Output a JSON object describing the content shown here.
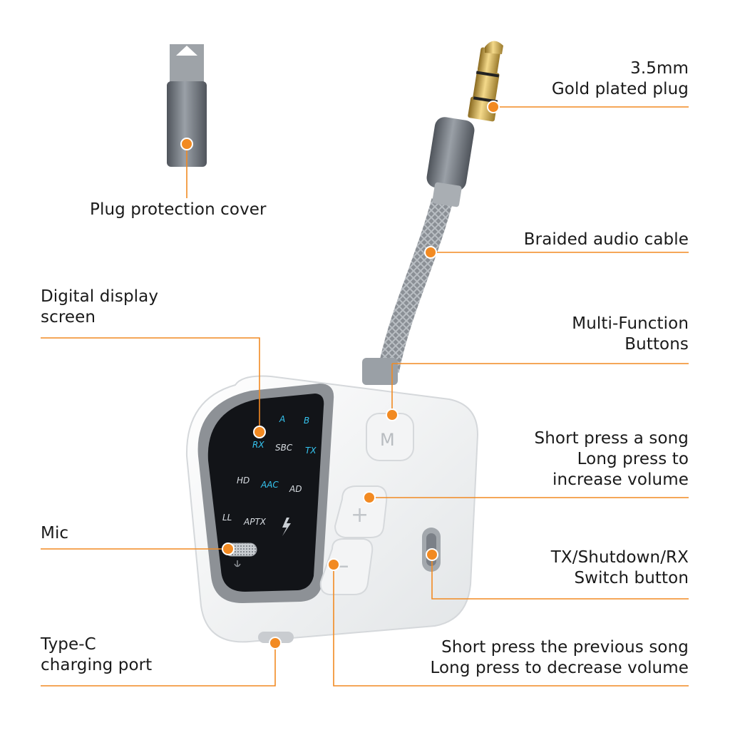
{
  "callouts": {
    "plug": {
      "lines": [
        "3.5mm",
        "Gold plated plug"
      ]
    },
    "cover": {
      "lines": [
        "Plug protection cover"
      ]
    },
    "cable": {
      "lines": [
        "Braided audio cable"
      ]
    },
    "display": {
      "lines": [
        "Digital display",
        "screen"
      ]
    },
    "buttons": {
      "lines": [
        "Multi-Function",
        "Buttons"
      ]
    },
    "plus": {
      "lines": [
        "Short press a song",
        "Long press to",
        "increase volume"
      ]
    },
    "mic": {
      "lines": [
        "Mic"
      ]
    },
    "switch": {
      "lines": [
        "TX/Shutdown/RX",
        "Switch button"
      ]
    },
    "typec": {
      "lines": [
        "Type-C",
        "charging port"
      ]
    },
    "minus": {
      "lines": [
        "Short press the previous song",
        "Long press to decrease volume"
      ]
    }
  },
  "display_screen": {
    "row1": [
      "A",
      "B"
    ],
    "row2": [
      "RX",
      "SBC",
      "TX"
    ],
    "row3": [
      "HD",
      "AAC",
      "AD"
    ],
    "row4": [
      "LL",
      "APTX"
    ]
  },
  "buttons": {
    "mode": "M",
    "plus": "+",
    "minus": "−"
  },
  "colors": {
    "accent": "#f28a22",
    "device": "#eef0f1",
    "bezel": "#8d9196",
    "screen": "#121418",
    "cable": "#8a8f95"
  }
}
